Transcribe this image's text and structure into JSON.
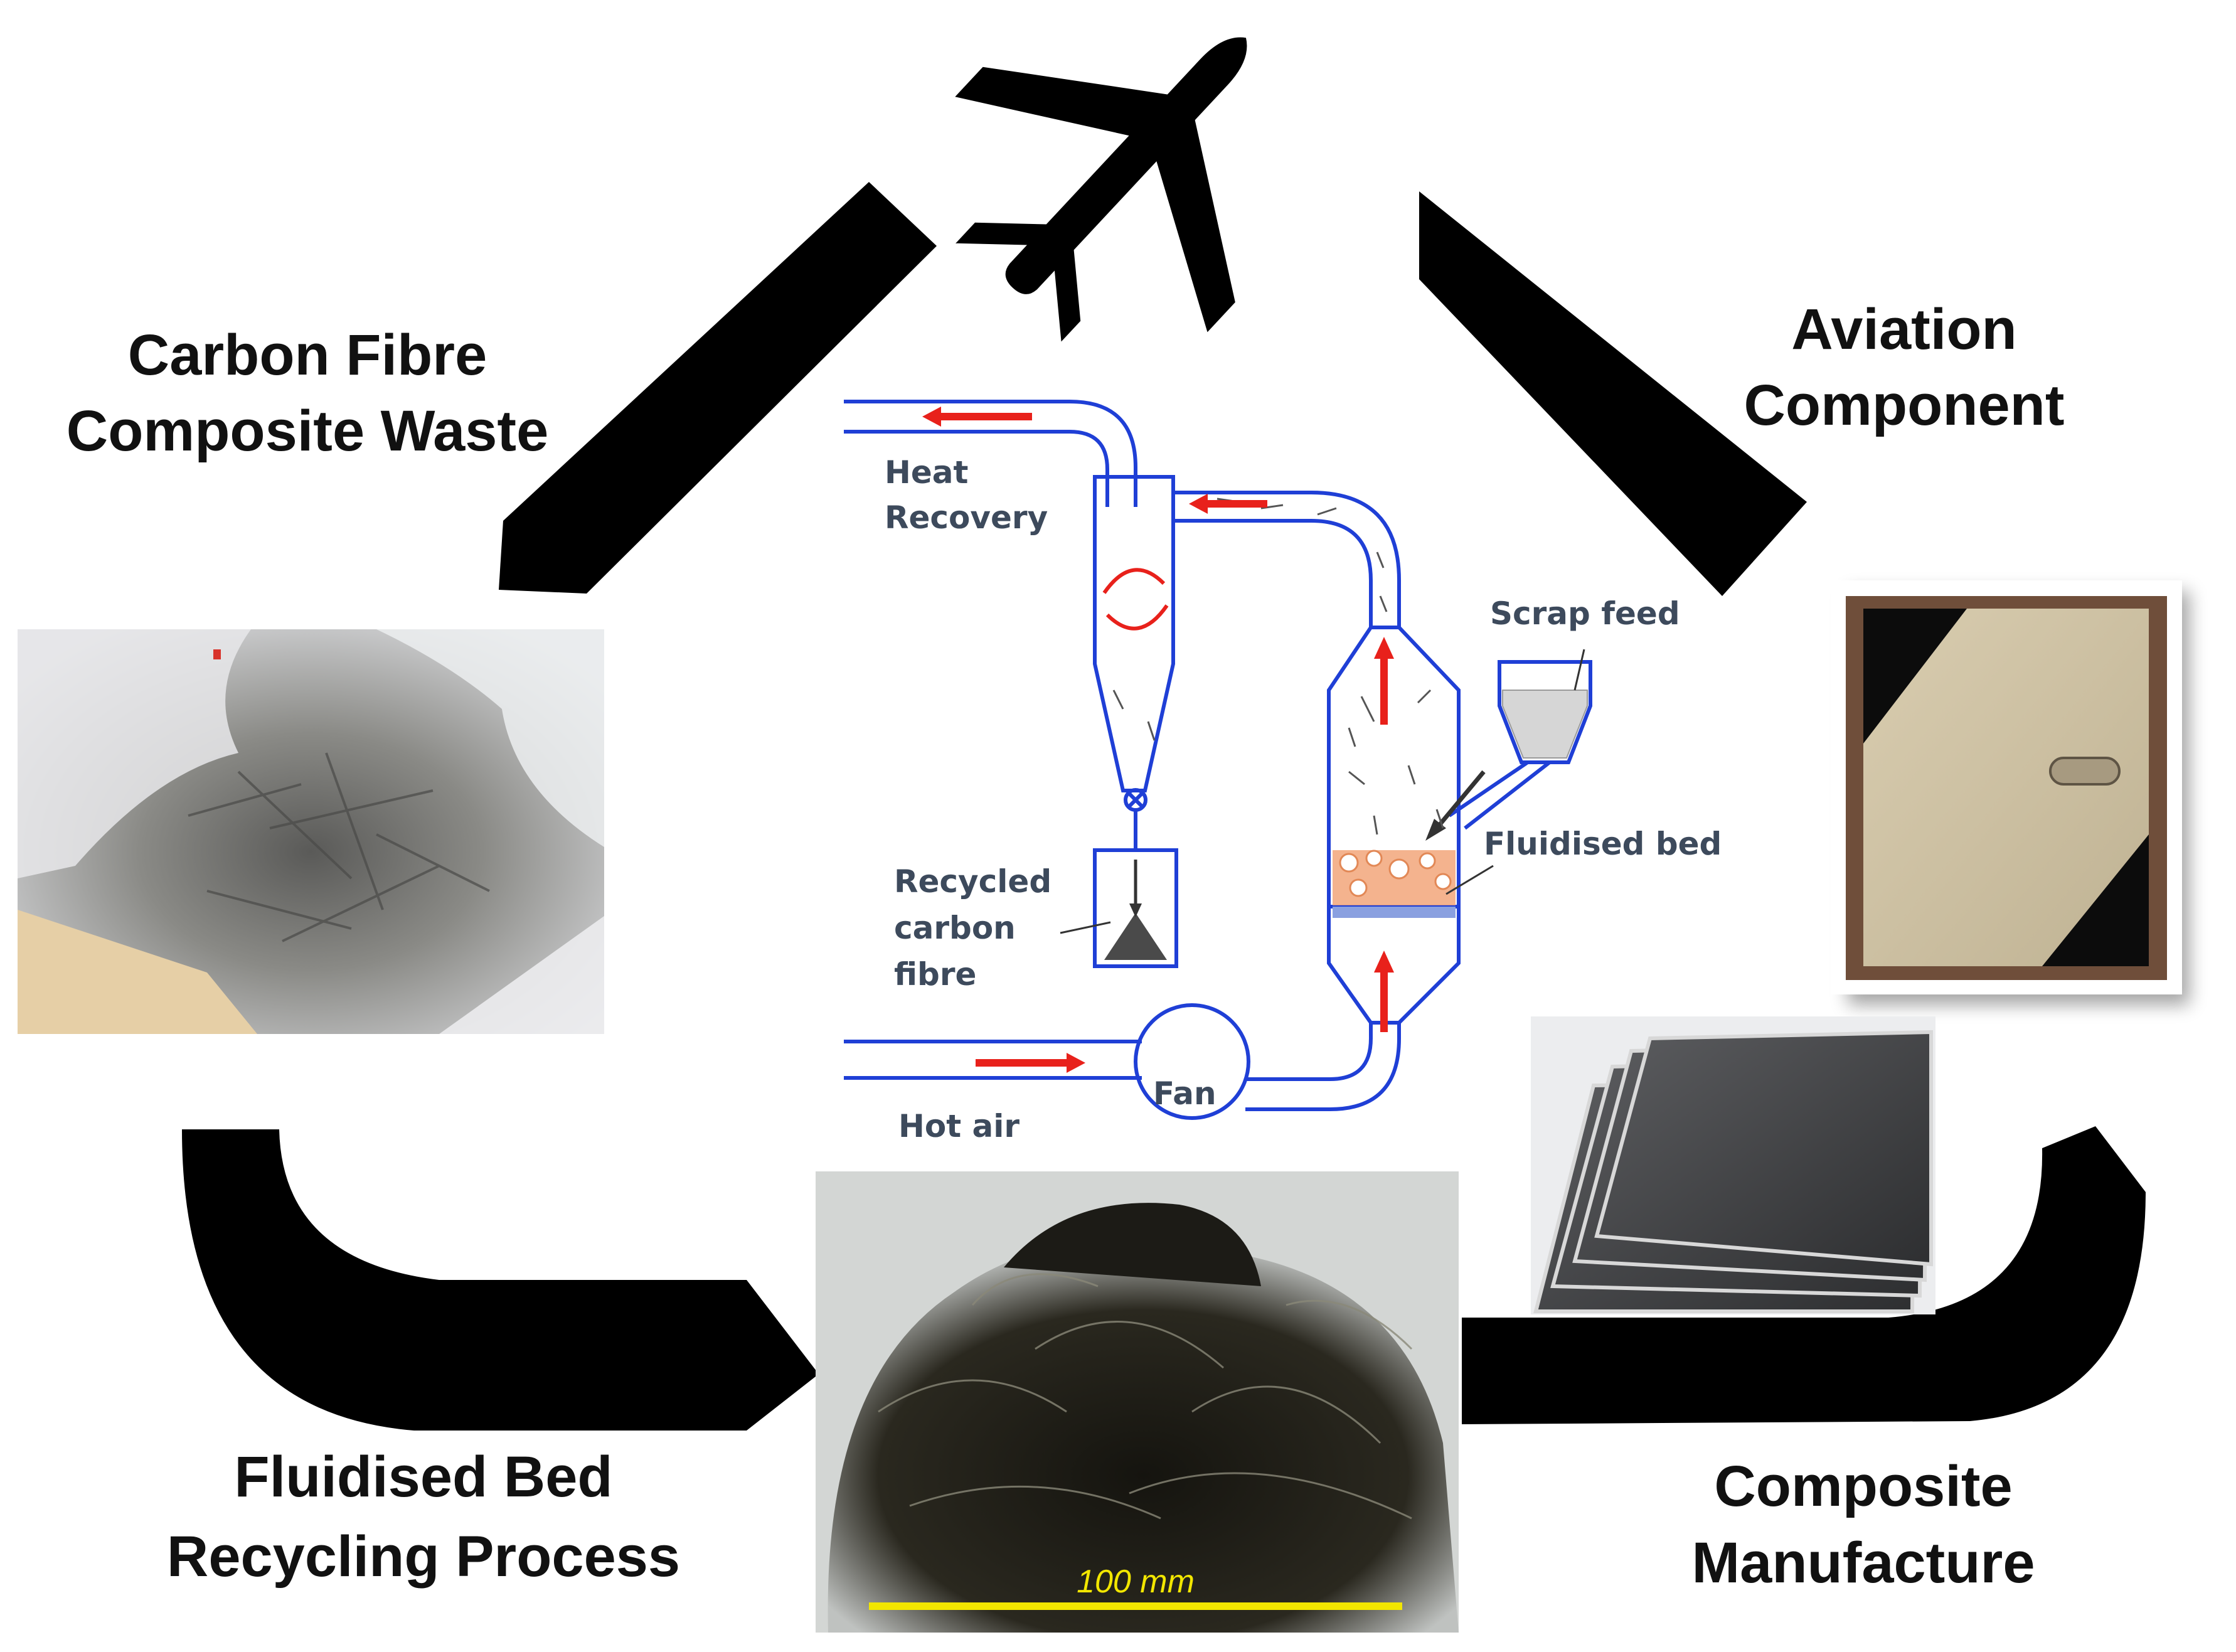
{
  "stages": {
    "waste": {
      "line1": "Carbon Fibre",
      "line2": "Composite Waste"
    },
    "aviation": {
      "line1": "Aviation",
      "line2": "Component"
    },
    "recycling": {
      "line1": "Fluidised Bed",
      "line2": "Recycling Process"
    },
    "manufacture": {
      "line1": "Composite",
      "line2": "Manufacture"
    }
  },
  "process": {
    "heat_recovery_1": "Heat",
    "heat_recovery_2": "Recovery",
    "scrap_feed": "Scrap feed",
    "fluidised_bed": "Fluidised bed",
    "recycled_1": "Recycled",
    "recycled_2": "carbon",
    "recycled_3": "fibre",
    "fan": "Fan",
    "hot_air": "Hot air"
  },
  "scale_bar": {
    "label": "100 mm"
  },
  "colors": {
    "pipe": "#1f3fd6",
    "flow_arrow": "#e8211b",
    "cycle_arrow": "#000000",
    "scale_bar": "#f2e600",
    "bed_particles": "#f2a67a"
  },
  "icons": {
    "aviation": "airplane-icon"
  }
}
